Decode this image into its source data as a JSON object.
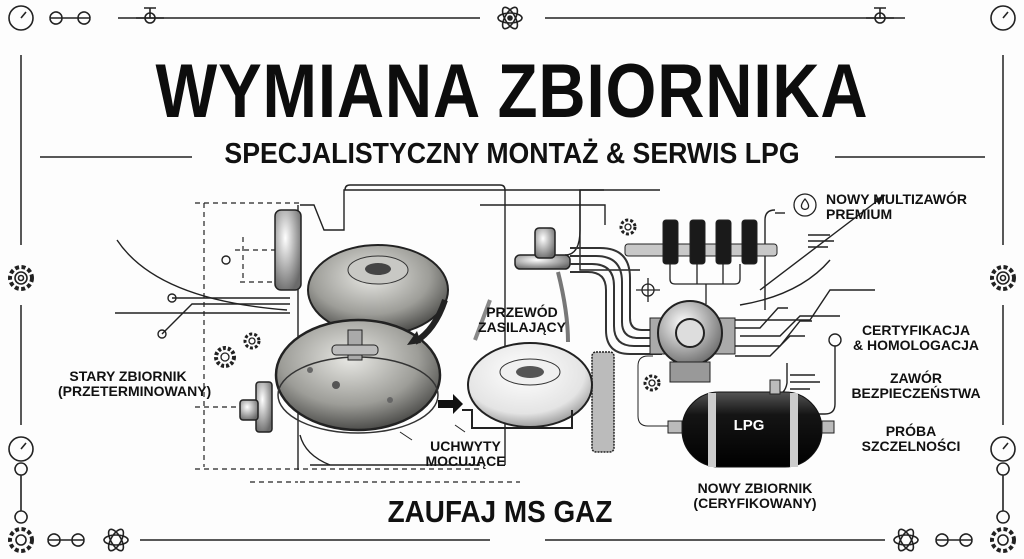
{
  "header": {
    "title": "WYMIANA ZBIORNIKA",
    "subtitle": "SPECJALISTYCZNY MONTAŻ & SERWIS LPG"
  },
  "labels": {
    "old_tank_line1": "STARY ZBIORNIK",
    "old_tank_line2": "(PRZETERMINOWANY)",
    "supply_line1": "PRZEWÓD",
    "supply_line2": "ZASILAJĄCY",
    "mounts_line1": "UCHWYTY",
    "mounts_line2": "MOCUJĄCE",
    "multivalve_line1": "NOWY MULTIZAWÓR",
    "multivalve_line2": "PREMIUM",
    "cert_line1": "CERTYFIKACJA",
    "cert_line2": "& HOMOLOGACJA",
    "safety_line1": "ZAWÓR",
    "safety_line2": "BEZPIECZEŃSTWA",
    "leak_line1": "PRÓBA",
    "leak_line2": "SZCZELNOŚCI",
    "new_tank_line1": "NOWY ZBIORNIK",
    "new_tank_line2": "(CERYFIKOWANY)",
    "tank_badge": "LPG"
  },
  "footer": {
    "tagline": "ZAUFAJ MS GAZ"
  },
  "border_icons": [
    "wrench-icon",
    "valve-icon",
    "atom-icon",
    "gear-icon",
    "gauge-icon"
  ]
}
